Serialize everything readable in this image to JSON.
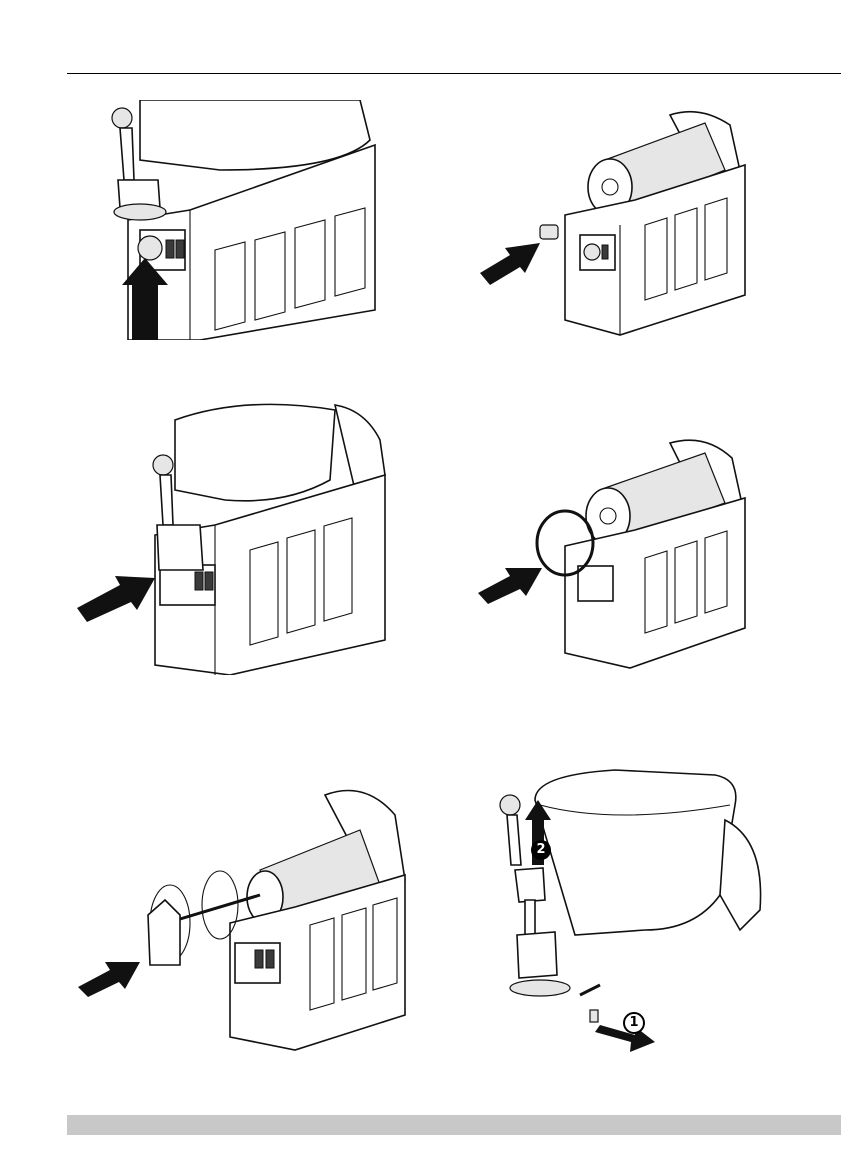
{
  "figures": [
    {
      "name": "lift-tap-lever",
      "icon": "machine-front-lift-lever-illustration"
    },
    {
      "name": "remove-knob",
      "icon": "machine-remove-knob-illustration"
    },
    {
      "name": "remove-front-cover",
      "icon": "machine-remove-cover-illustration"
    },
    {
      "name": "remove-ring-seal",
      "icon": "machine-remove-seal-illustration"
    },
    {
      "name": "remove-auger-assembly",
      "icon": "machine-remove-auger-illustration"
    },
    {
      "name": "disassemble-tap",
      "icon": "bowl-tap-disassembly-illustration"
    }
  ],
  "steps": {
    "step_one": "1",
    "step_two": "2"
  },
  "colors": {
    "line": "#111111",
    "band": "#c8c8c8",
    "arrow": "#111111"
  }
}
